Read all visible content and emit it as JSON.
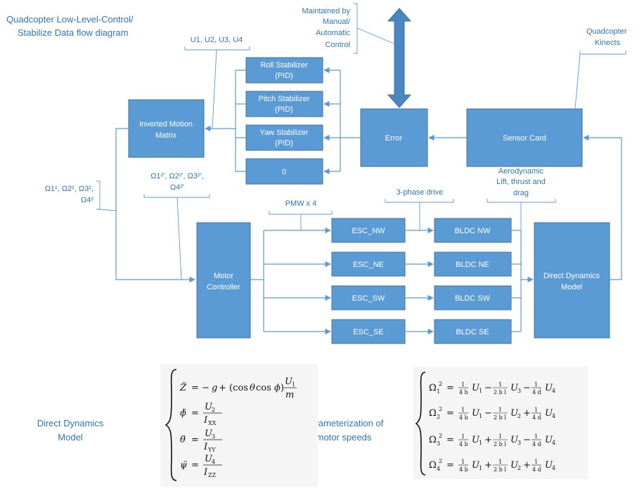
{
  "title": [
    "Quadcopter Low-Level-Control/",
    "Stabilize Data flow diagram"
  ],
  "labels": {
    "maintained": [
      "Maintained by",
      "Manual/",
      "Automatic",
      "Control"
    ],
    "kinects": [
      "Quadcopter",
      "Kinects"
    ],
    "u_list": "U1, U2, U3, U4",
    "omega_left": [
      "Ω1², Ω2², Ω3²,",
      "Ω4²"
    ],
    "omega_mid": [
      "Ω1²', Ω2²', Ω3²',",
      "Ω4²'"
    ],
    "pmw": "PMW x 4",
    "three_phase": "3-phase drive",
    "aero": [
      "Aerodynamic",
      "Lift, thrust and",
      "drag"
    ]
  },
  "boxes": {
    "roll": [
      "Roll Stabilizer",
      "(PID)"
    ],
    "pitch": [
      "Pitch Stabilizer",
      "(PID)"
    ],
    "yaw": [
      "Yaw Stabilizer",
      "(PID)"
    ],
    "zero": "0",
    "inverted": [
      "Inverted Motion",
      "Matrix"
    ],
    "error": "Error",
    "sensor": "Sensor Card",
    "motor": [
      "Motor",
      "Controller"
    ],
    "esc": [
      "ESC_NW",
      "ESC_NE",
      "ESC_SW",
      "ESC_SE"
    ],
    "bldc": [
      "BLDC NW",
      "BLDC NE",
      "BLDC SW",
      "BLDC SE"
    ],
    "dynamics": [
      "Direct Dynamics",
      "Model"
    ]
  },
  "bottom": {
    "direct_dynamics": [
      "Direct Dynamics",
      "Model"
    ],
    "parameterization": [
      "Parameterization of",
      "motor speeds"
    ]
  }
}
